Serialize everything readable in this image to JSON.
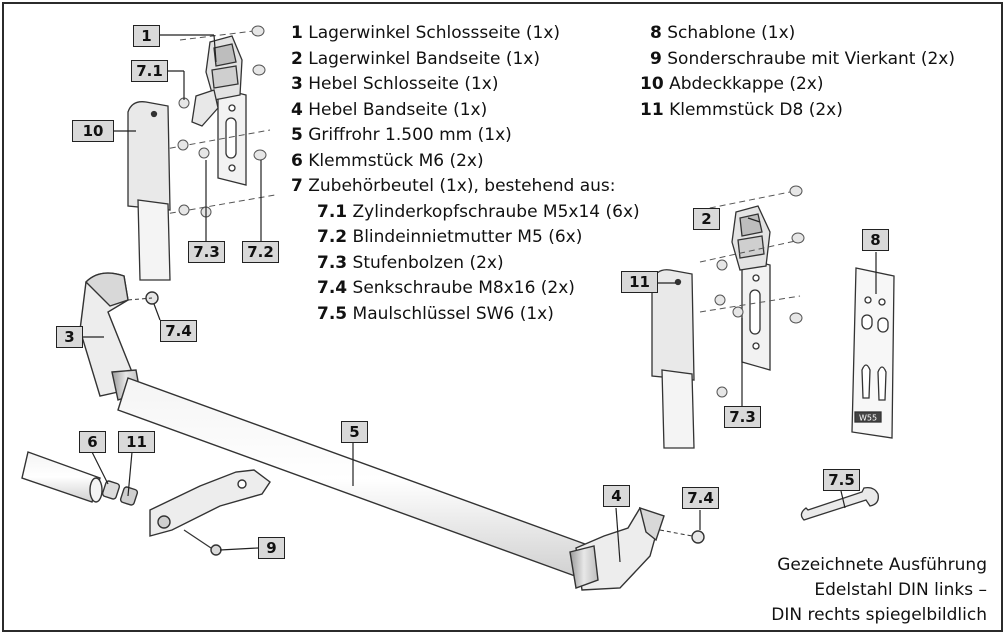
{
  "parts_left": [
    {
      "num": "1",
      "text": "Lagerwinkel Schlossseite (1x)"
    },
    {
      "num": "2",
      "text": "Lagerwinkel Bandseite (1x)"
    },
    {
      "num": "3",
      "text": "Hebel Schlosseite (1x)"
    },
    {
      "num": "4",
      "text": "Hebel Bandseite (1x)"
    },
    {
      "num": "5",
      "text": "Griffrohr 1.500 mm (1x)"
    },
    {
      "num": "6",
      "text": "Klemmstück M6 (2x)"
    },
    {
      "num": "7",
      "text": "Zubehörbeutel (1x), bestehend aus:"
    }
  ],
  "parts_sub": [
    {
      "num": "7.1",
      "text": "Zylinderkopfschraube M5x14 (6x)"
    },
    {
      "num": "7.2",
      "text": "Blindeinnietmutter M5 (6x)"
    },
    {
      "num": "7.3",
      "text": "Stufenbolzen (2x)"
    },
    {
      "num": "7.4",
      "text": "Senkschraube M8x16 (2x)"
    },
    {
      "num": "7.5",
      "text": "Maulschlüssel SW6 (1x)"
    }
  ],
  "parts_right": [
    {
      "num": "8",
      "text": "Schablone (1x)"
    },
    {
      "num": "9",
      "text": "Sonderschraube mit Vierkant (2x)"
    },
    {
      "num": "10",
      "text": "Abdeckkappe (2x)"
    },
    {
      "num": "11",
      "text": "Klemmstück D8 (2x)"
    }
  ],
  "note": {
    "line1": "Gezeichnete Ausführung",
    "line2": "Edelstahl DIN links –",
    "line3": "DIN rechts spiegelbildlich"
  },
  "callouts": {
    "c1": "1",
    "c7_1": "7.1",
    "c10": "10",
    "c7_3a": "7.3",
    "c7_2": "7.2",
    "c3": "3",
    "c7_4a": "7.4",
    "c2": "2",
    "c11a": "11",
    "c7_3b": "7.3",
    "c8": "8",
    "c5": "5",
    "c6": "6",
    "c11b": "11",
    "c9": "9",
    "c4": "4",
    "c7_4b": "7.4",
    "c7_5": "7.5"
  },
  "plate_label": "W55"
}
